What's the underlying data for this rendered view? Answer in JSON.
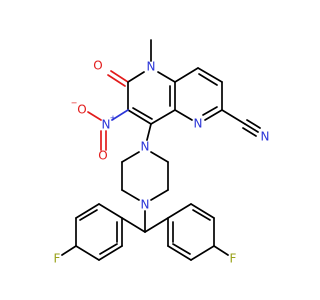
{
  "colors": {
    "background": "#ffffff",
    "carbon_bond": "#000000",
    "nitrogen": "#2b35d8",
    "oxygen": "#e21b1b",
    "fluorine": "#9aa21a"
  },
  "atom_labels": {
    "n_methyl": "N",
    "methyl": "",
    "o_carbonyl": "O",
    "o_nitro": "O",
    "o_nitro_charge": "−",
    "n_nitro": "N",
    "n_nitro_charge": "+",
    "n_ring": "N",
    "n_nitrile": "N",
    "n_pip_top": "N",
    "n_pip_bottom": "N",
    "f_left": "F",
    "f_right": "F"
  }
}
